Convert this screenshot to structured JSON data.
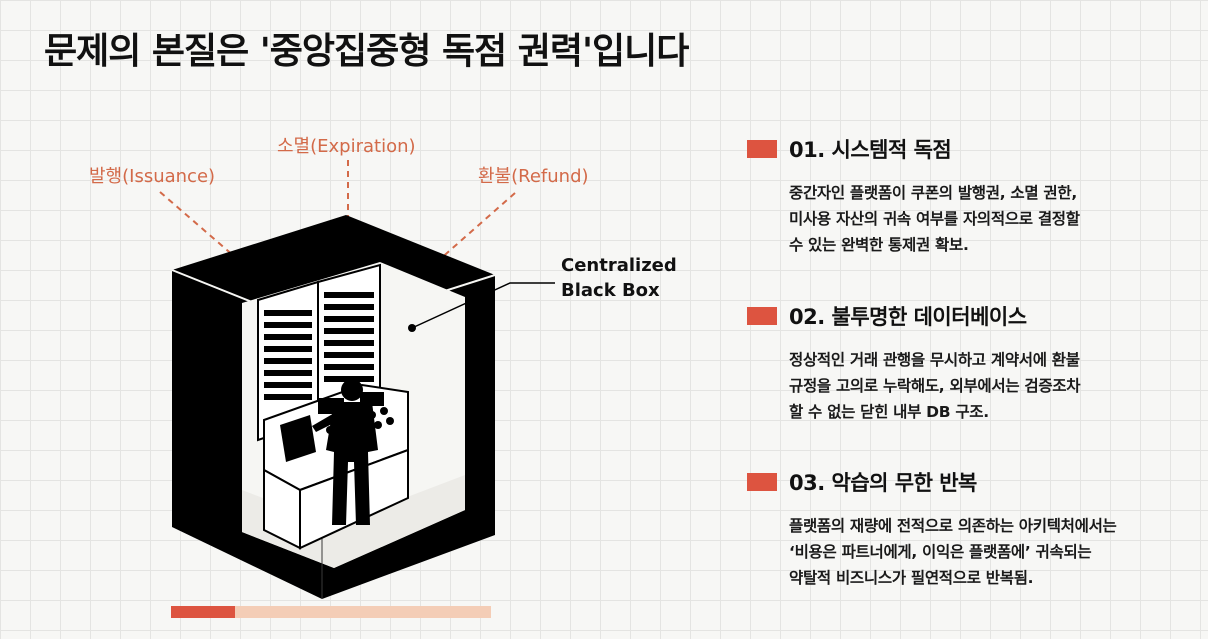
{
  "title": "문제의 본질은 '중앙집중형 독점 권력'입니다",
  "illustration": {
    "labels": {
      "issuance": "발행(Issuance)",
      "expiration": "소멸(Expiration)",
      "refund": "환불(Refund)"
    },
    "callout": "Centralized\nBlack Box"
  },
  "points": [
    {
      "title": "01. 시스템적 독점",
      "body": "중간자인 플랫폼이 쿠폰의 발행권, 소멸 권한,\n미사용 자산의 귀속 여부를 자의적으로 결정할\n수 있는 완벽한 통제권 확보."
    },
    {
      "title": "02. 불투명한 데이터베이스",
      "body": "정상적인 거래 관행을 무시하고 계약서에 환불\n규정을 고의로 누락해도, 외부에서는 검증조차\n할 수 없는 닫힌 내부 DB 구조."
    },
    {
      "title": "03. 악습의 무한 반복",
      "body": "플랫폼의 재량에 전적으로 의존하는 아키텍처에서는\n‘비용은 파트너에게, 이익은 플랫폼에’ 귀속되는\n약탈적 비즈니스가 필연적으로 반복됨."
    }
  ],
  "progress": {
    "value": 0.2
  },
  "colors": {
    "accent": "#dd5440",
    "label": "#d36a49",
    "track": "#f4cdb6"
  }
}
